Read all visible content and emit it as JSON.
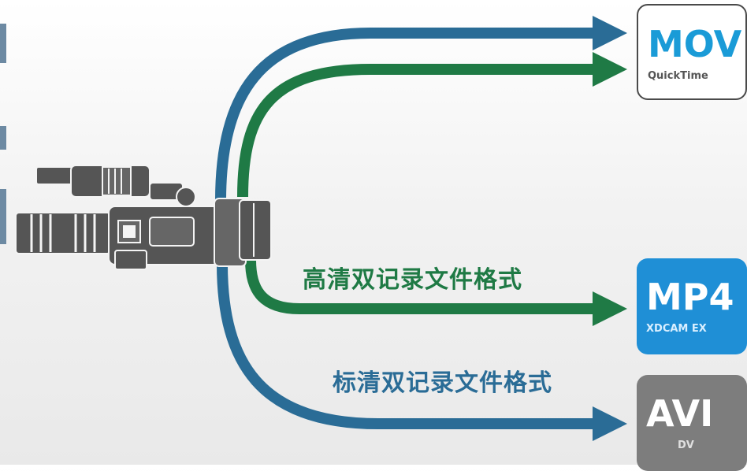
{
  "labels": {
    "hd": "高清双记录文件格式",
    "sd": "标清双记录文件格式"
  },
  "badges": {
    "mov": {
      "title": "MOV",
      "subtitle": "QuickTime"
    },
    "mp4": {
      "title": "MP4",
      "subtitle": "XDCAM EX"
    },
    "avi": {
      "title": "AVI",
      "subtitle": "DV"
    }
  },
  "colors": {
    "blue_arrow": "#2a6c96",
    "green_arrow": "#1f7a45",
    "mov_text": "#1a9bd7",
    "mp4_bg": "#1f8fd6",
    "avi_bg": "#7d7d7d",
    "camera": "#555555"
  },
  "icons": {
    "camera": "video-camera-icon"
  }
}
